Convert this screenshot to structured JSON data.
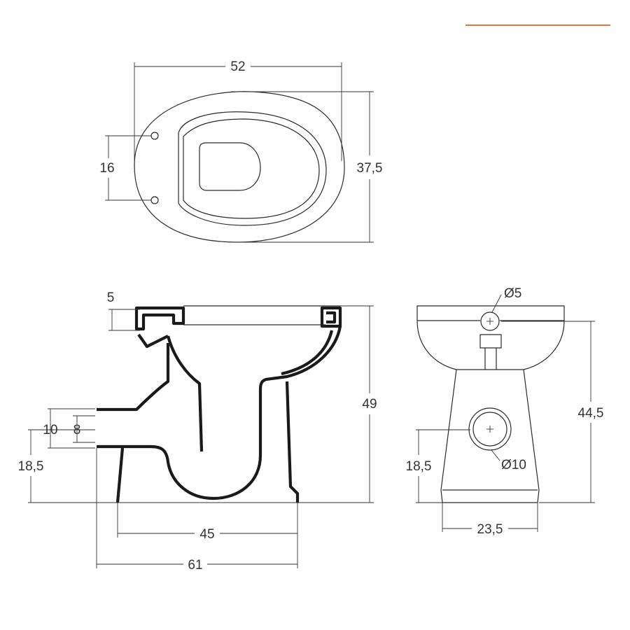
{
  "accent_color": "#e8743b",
  "top_view": {
    "width_label": "52",
    "depth_label": "37,5",
    "hole_spacing_label": "16"
  },
  "side_view": {
    "rim_thickness_label": "5",
    "height_label": "49",
    "outlet_diameter_label": "10",
    "outlet_inner_label": "8",
    "outlet_height_label": "18,5",
    "base_length_label": "45",
    "total_length_label": "61"
  },
  "front_view": {
    "inlet_label": "Ø5",
    "outlet_label": "Ø10",
    "height_label": "44,5",
    "outlet_height_label": "18,5",
    "base_width_label": "23,5"
  }
}
